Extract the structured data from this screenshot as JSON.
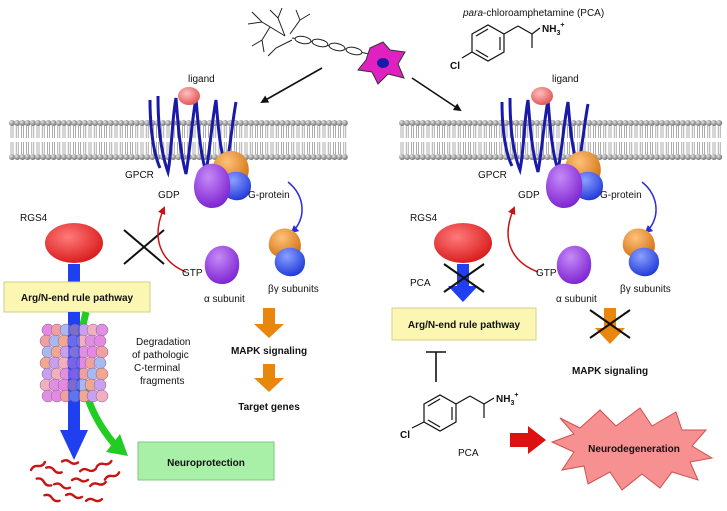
{
  "header": {
    "pca_prefix": "para",
    "pca_suffix": "-chloroamphetamine (PCA)",
    "nh3": "NH",
    "nh3_sub": "3",
    "nh3_sup": "+",
    "cl": "Cl"
  },
  "left_panel": {
    "ligand": "ligand",
    "gpcr": "GPCR",
    "gdp": "GDP",
    "g_protein": "G-protein",
    "rgs4": "RGS4",
    "gtp": "GTP",
    "alpha_subunit": "α subunit",
    "betagamma_subunits": "βγ subunits",
    "arg_n_end": "Arg/N-end rule pathway",
    "mapk": "MAPK signaling",
    "target_genes": "Target genes",
    "degradation_lines": [
      "Degradation",
      "of pathologic",
      "C-terminal",
      "fragments"
    ],
    "neuroprotection": "Neuroprotection"
  },
  "right_panel": {
    "ligand": "ligand",
    "gpcr": "GPCR",
    "gdp": "GDP",
    "g_protein": "G-protein",
    "rgs4": "RGS4",
    "pca": "PCA",
    "gtp": "GTP",
    "alpha_subunit": "α subunit",
    "betagamma_subunits": "βγ subunits",
    "arg_n_end": "Arg/N-end rule pathway",
    "mapk": "MAPK signaling",
    "pca_bottom": "PCA",
    "nh3": "NH",
    "nh3_sub": "3",
    "nh3_sup": "+",
    "cl": "Cl",
    "neurodegeneration": "Neurodegeneration"
  },
  "colors": {
    "membrane": "#8a8a8a",
    "gpcr": "#1a1aa8",
    "ligand": "#f07070",
    "alpha": "#9a3ae0",
    "beta": "#e8862a",
    "gamma": "#3a5af0",
    "rgs4": "#ee2e2e",
    "pathway_arrow": "#1f3ff0",
    "mapk_arrow": "#e8860e",
    "green_arrow": "#22cc22",
    "red_arrow": "#dd1111",
    "yellow_box": "#fbf7b3",
    "green_box": "#a8f0a8",
    "burst": "#f79090",
    "neuron": "#e020c0"
  }
}
